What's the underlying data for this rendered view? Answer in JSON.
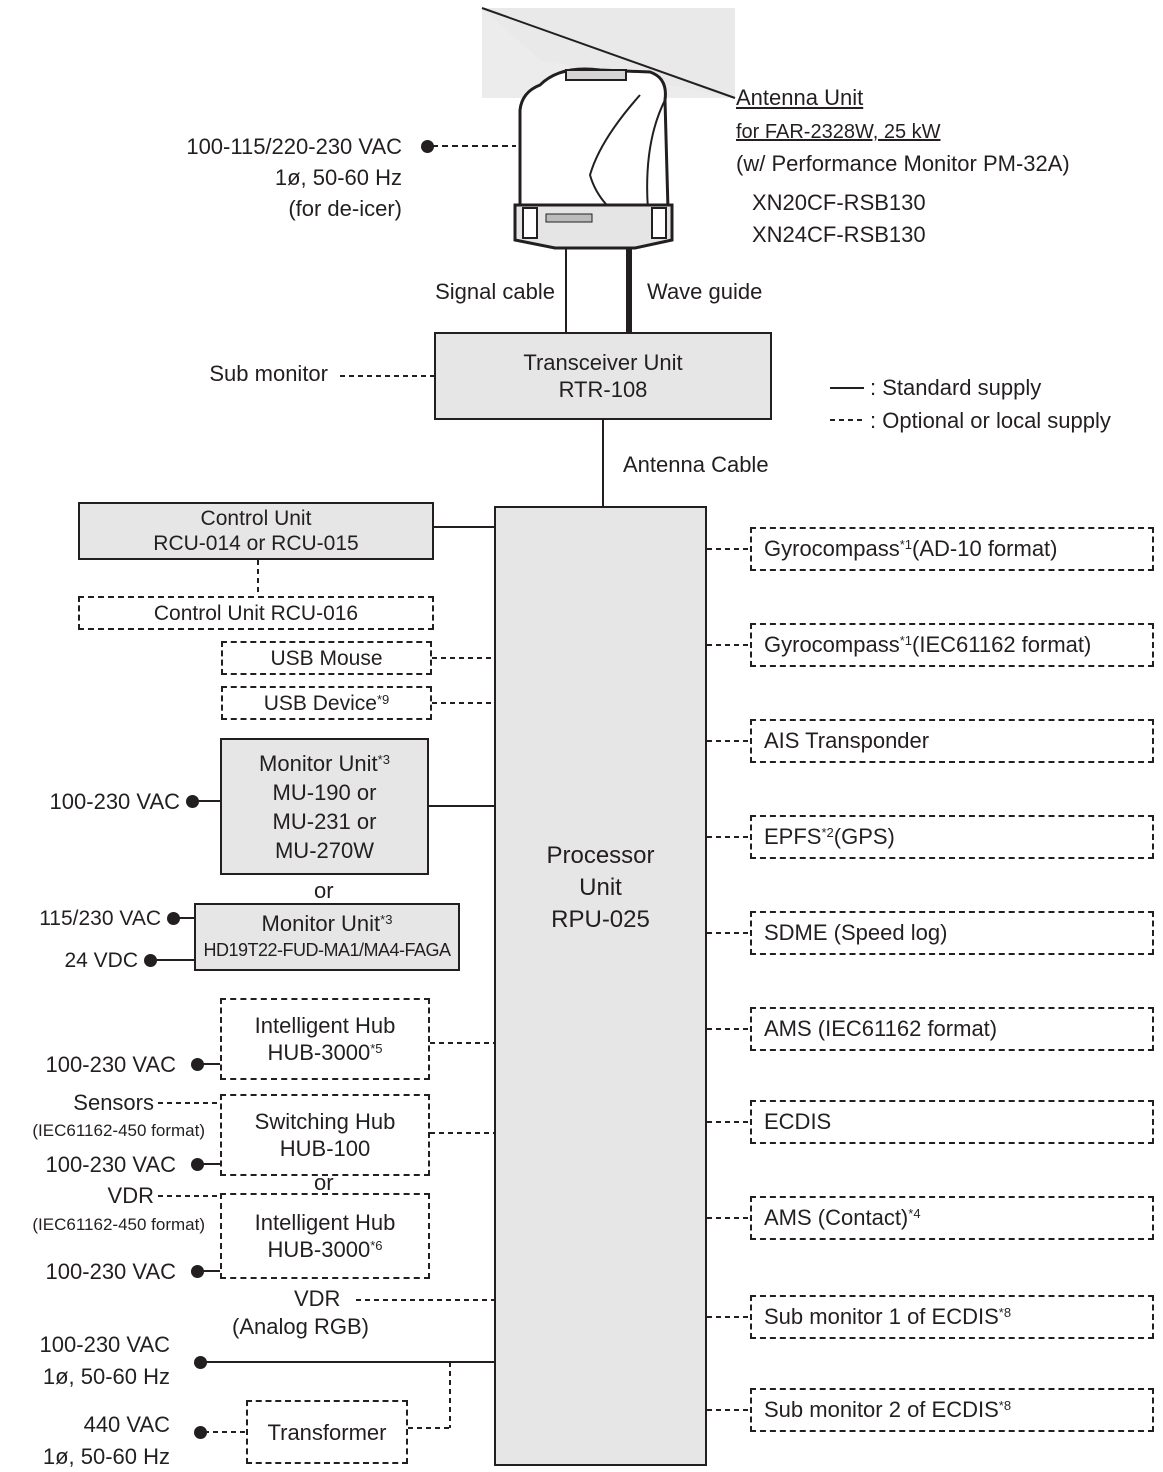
{
  "antenna": {
    "power_voltage": "100-115/220-230 VAC",
    "power_phase": "1ø, 50-60 Hz",
    "power_note": "(for de-icer)",
    "title": "Antenna Unit",
    "subtitle": "for FAR-2328W, 25 kW",
    "note": "(w/ Performance Monitor PM-32A)",
    "model1": "XN20CF-RSB130",
    "model2": "XN24CF-RSB130"
  },
  "cables": {
    "signal": "Signal cable",
    "wave": "Wave guide",
    "antenna": "Antenna Cable"
  },
  "transceiver": {
    "line1": "Transceiver Unit",
    "line2": "RTR-108",
    "sub_monitor": "Sub monitor"
  },
  "legend": {
    "standard": ": Standard supply",
    "optional": ": Optional or local supply"
  },
  "processor": {
    "line1": "Processor",
    "line2": "Unit",
    "line3": "RPU-025"
  },
  "left": {
    "control_unit": {
      "line1": "Control Unit",
      "line2": "RCU-014 or RCU-015"
    },
    "control_unit_016": "Control Unit RCU-016",
    "usb_mouse": "USB Mouse",
    "usb_device": "USB Device",
    "usb_device_sup": "*9",
    "monitor1": {
      "line1": "Monitor Unit",
      "sup": "*3",
      "line2": "MU-190 or",
      "line3": "MU-231 or",
      "line4": "MU-270W",
      "power": "100-230 VAC"
    },
    "or1": "or",
    "monitor2": {
      "line1": "Monitor Unit",
      "sup": "*3",
      "line2": "HD19T22-FUD-MA1/MA4-FAGA",
      "power1": "115/230 VAC",
      "power2": "24 VDC"
    },
    "hub1": {
      "line1": "Intelligent Hub",
      "line2": "HUB-3000",
      "sup": "*5",
      "power": "100-230 VAC"
    },
    "switching_hub": {
      "line1": "Switching Hub",
      "line2": "HUB-100",
      "sensors": "Sensors",
      "sensors_fmt": "(IEC61162-450 format)",
      "power": "100-230 VAC"
    },
    "or2": "or",
    "hub2": {
      "line1": "Intelligent Hub",
      "line2": "HUB-3000",
      "sup": "*6",
      "vdr": "VDR",
      "vdr_fmt": "(IEC61162-450 format)",
      "power": "100-230 VAC"
    },
    "vdr_analog": {
      "line1": "VDR",
      "line2": "(Analog RGB)"
    },
    "power_main": {
      "line1": "100-230 VAC",
      "line2": "1ø, 50-60 Hz"
    },
    "power_440": {
      "line1": "440 VAC",
      "line2": "1ø, 50-60 Hz"
    },
    "transformer": "Transformer"
  },
  "right": [
    {
      "label": "Gyrocompass",
      "sup": "*1",
      "rest": " (AD-10 format)"
    },
    {
      "label": "Gyrocompass",
      "sup": "*1",
      "rest": " (IEC61162 format)"
    },
    {
      "label": "AIS Transponder",
      "sup": "",
      "rest": ""
    },
    {
      "label": "EPFS",
      "sup": "*2",
      "rest": " (GPS)"
    },
    {
      "label": "SDME (Speed log)",
      "sup": "",
      "rest": ""
    },
    {
      "label": "AMS (IEC61162 format)",
      "sup": "",
      "rest": ""
    },
    {
      "label": "ECDIS",
      "sup": "",
      "rest": ""
    },
    {
      "label": "AMS (Contact)",
      "sup": "*4",
      "rest": ""
    },
    {
      "label": "Sub monitor 1 of ECDIS",
      "sup": "*8",
      "rest": ""
    },
    {
      "label": "Sub monitor 2 of ECDIS",
      "sup": "*8",
      "rest": ""
    }
  ]
}
